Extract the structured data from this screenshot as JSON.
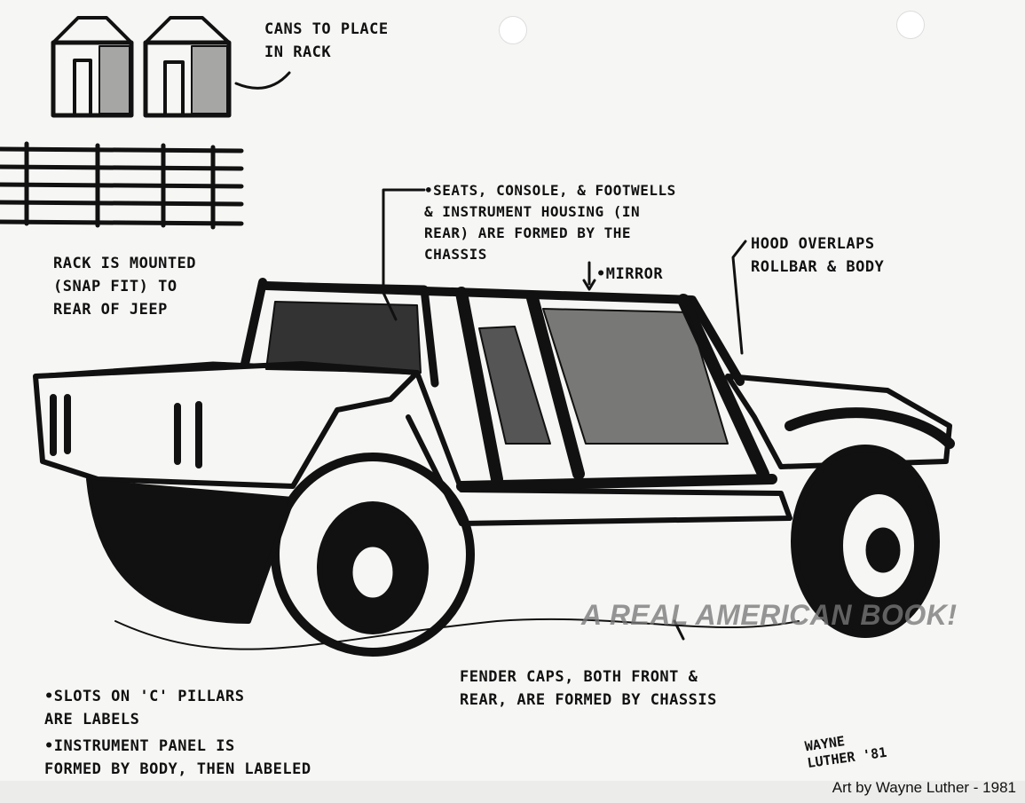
{
  "notes": {
    "cans": [
      "CANS TO PLACE",
      "IN RACK"
    ],
    "seats": [
      "•SEATS, CONSOLE, & FOOTWELLS",
      "& INSTRUMENT HOUSING (IN",
      "REAR) ARE FORMED BY THE",
      "CHASSIS"
    ],
    "mirror": "•MIRROR",
    "hood": [
      "HOOD OVERLAPS",
      "ROLLBAR & BODY"
    ],
    "rack": [
      "RACK IS MOUNTED",
      "(SNAP FIT) TO",
      "REAR OF JEEP"
    ],
    "fender": [
      "FENDER CAPS, BOTH FRONT &",
      "REAR, ARE FORMED BY CHASSIS"
    ],
    "slots": [
      "•SLOTS ON 'C' PILLARS",
      "ARE LABELS"
    ],
    "instrument": [
      "•INSTRUMENT PANEL IS",
      "FORMED BY BODY, THEN LABELED"
    ]
  },
  "signature": [
    "WAYNE",
    "LUTHER '81"
  ],
  "watermark": "A REAL AMERICAN BOOK!",
  "credit": "Art by Wayne Luther - 1981"
}
